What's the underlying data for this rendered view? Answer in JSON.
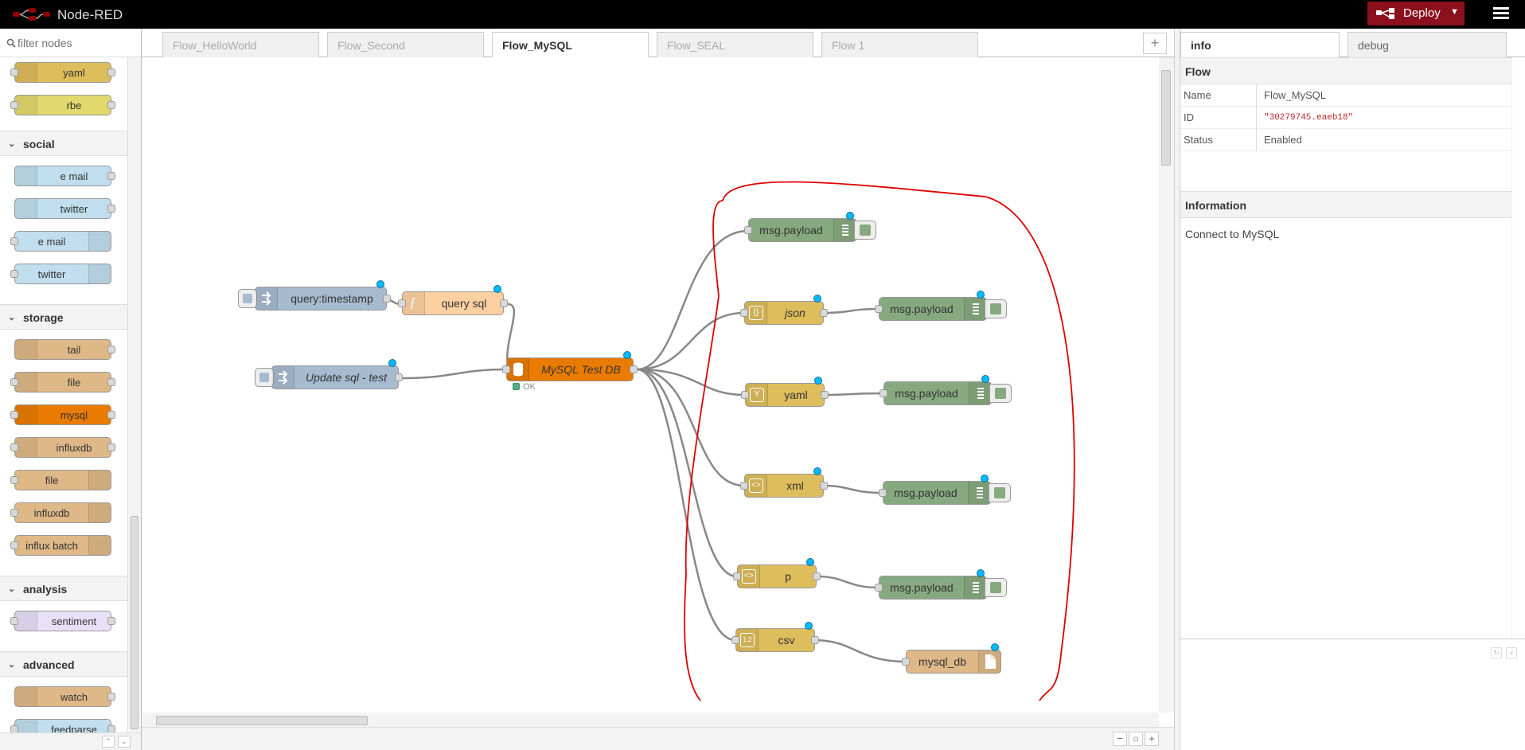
{
  "header": {
    "title": "Node-RED",
    "deploy_label": "Deploy"
  },
  "palette": {
    "filter_placeholder": "filter nodes",
    "top_nodes": [
      {
        "label": "yaml",
        "color": "#debd5c"
      },
      {
        "label": "rbe",
        "color": "#e2d96e"
      }
    ],
    "categories": [
      {
        "label": "social",
        "nodes": [
          {
            "label": "e mail",
            "color": "#c0deed"
          },
          {
            "label": "twitter",
            "color": "#c0deed"
          },
          {
            "label": "e mail",
            "color": "#c0deed"
          },
          {
            "label": "twitter",
            "color": "#c0deed"
          }
        ]
      },
      {
        "label": "storage",
        "nodes": [
          {
            "label": "tail",
            "color": "#deb887"
          },
          {
            "label": "file",
            "color": "#deb887"
          },
          {
            "label": "mysql",
            "color": "#e97b00"
          },
          {
            "label": "influxdb",
            "color": "#deb887"
          },
          {
            "label": "file",
            "color": "#deb887"
          },
          {
            "label": "influxdb",
            "color": "#deb887"
          },
          {
            "label": "influx batch",
            "color": "#deb887"
          }
        ]
      },
      {
        "label": "analysis",
        "nodes": [
          {
            "label": "sentiment",
            "color": "#e6e0f8"
          }
        ]
      },
      {
        "label": "advanced",
        "nodes": [
          {
            "label": "watch",
            "color": "#deb887"
          },
          {
            "label": "feedparse",
            "color": "#c0deed"
          }
        ]
      }
    ]
  },
  "workspace": {
    "tabs": [
      {
        "label": "Flow_HelloWorld"
      },
      {
        "label": "Flow_Second"
      },
      {
        "label": "Flow_MySQL"
      },
      {
        "label": "Flow_SEAL"
      },
      {
        "label": "Flow 1"
      }
    ],
    "active_tab": "Flow_MySQL",
    "nodes": {
      "query_timestamp": "query:timestamp",
      "query_sql": "query sql",
      "update_sql": "Update sql - test",
      "mysql_test_db": "MySQL Test DB",
      "mysql_status": "OK",
      "debug1": "msg.payload",
      "json": "json",
      "debug2": "msg.payload",
      "yaml": "yaml",
      "debug3": "msg.payload",
      "xml": "xml",
      "debug4": "msg.payload",
      "p": "p",
      "debug5": "msg.payload",
      "csv": "csv",
      "mysql_db": "mysql_db"
    },
    "colors": {
      "debug": "#87a980",
      "function": "#fdd0a2",
      "parser": "#debd5c",
      "inject": "#a6bbcf",
      "mysql": "#e97b00",
      "file": "#deb887",
      "annotation": "#e00000"
    }
  },
  "sidebar": {
    "tabs": [
      {
        "label": "info"
      },
      {
        "label": "debug"
      }
    ],
    "flow_section": "Flow",
    "properties": [
      {
        "key": "Name",
        "value": "Flow_MySQL"
      },
      {
        "key": "ID",
        "value": "\"30279745.eaeb18\""
      },
      {
        "key": "Status",
        "value": "Enabled"
      }
    ],
    "info_section": "Information",
    "info_text": "Connect to MySQL"
  }
}
